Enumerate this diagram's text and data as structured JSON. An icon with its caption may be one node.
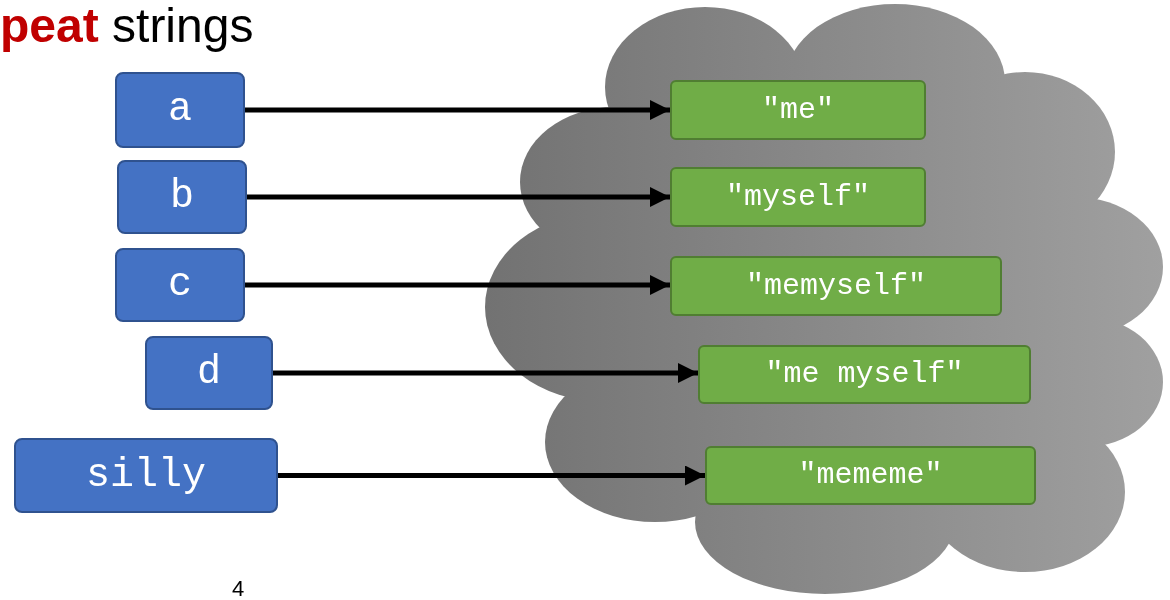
{
  "diagram": {
    "title": "**peat** strings",
    "nodes": [
      {
        "text": [
          "a"
        ]
      },
      {
        "text": [
          "b"
        ]
      },
      {
        "text": [
          "c"
        ]
      },
      {
        "text": [
          "d"
        ]
      },
      {
        "text": [
          "silly"
        ]
      },
      {
        "text": [],
        "shape": "cloud"
      },
      {
        "text": [
          "\"me\""
        ],
        "in": 5
      },
      {
        "text": [
          "\"myself\""
        ],
        "in": 5
      },
      {
        "text": [
          "\"memyself\""
        ],
        "in": 5
      },
      {
        "text": [
          "\"me myself\""
        ],
        "in": 5
      },
      {
        "text": [
          "\"mememe\""
        ],
        "in": 5
      }
    ],
    "edges": [
      {
        "from": 0,
        "to": 6,
        "arrow": "to"
      },
      {
        "from": 1,
        "to": 7,
        "arrow": "to"
      },
      {
        "from": 2,
        "to": 8,
        "arrow": "to"
      },
      {
        "from": 3,
        "to": 9,
        "arrow": "to"
      },
      {
        "from": 4,
        "to": 10,
        "arrow": "to"
      }
    ],
    "labels": [
      "4"
    ]
  }
}
